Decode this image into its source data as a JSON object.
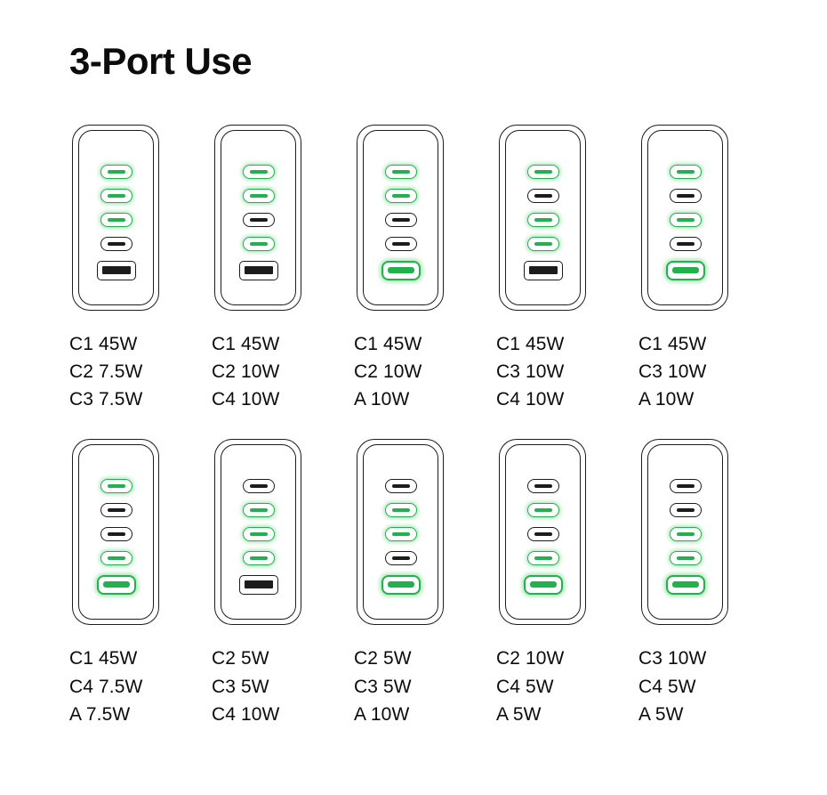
{
  "page": {
    "title": "3-Port Use",
    "background_color": "#ffffff",
    "text_color": "#0c0c0c",
    "active_port_color": "#23b14d",
    "inactive_port_color": "#1c1c1c"
  },
  "legend": {
    "port_order": [
      "C1",
      "C2",
      "C3",
      "C4",
      "A"
    ],
    "port_types": [
      "usb-c",
      "usb-c",
      "usb-c",
      "usb-c",
      "usb-a"
    ]
  },
  "rows": [
    {
      "cards": [
        {
          "id": "combo-1",
          "ports": [
            {
              "name": "C1",
              "type": "usb-c",
              "active": true
            },
            {
              "name": "C2",
              "type": "usb-c",
              "active": true
            },
            {
              "name": "C3",
              "type": "usb-c",
              "active": true
            },
            {
              "name": "C4",
              "type": "usb-c",
              "active": false
            },
            {
              "name": "A",
              "type": "usb-a",
              "active": false
            }
          ],
          "labels": [
            "C1 45W",
            "C2 7.5W",
            "C3 7.5W"
          ]
        },
        {
          "id": "combo-2",
          "ports": [
            {
              "name": "C1",
              "type": "usb-c",
              "active": true
            },
            {
              "name": "C2",
              "type": "usb-c",
              "active": true
            },
            {
              "name": "C3",
              "type": "usb-c",
              "active": false
            },
            {
              "name": "C4",
              "type": "usb-c",
              "active": true
            },
            {
              "name": "A",
              "type": "usb-a",
              "active": false
            }
          ],
          "labels": [
            "C1 45W",
            "C2 10W",
            "C4 10W"
          ]
        },
        {
          "id": "combo-3",
          "ports": [
            {
              "name": "C1",
              "type": "usb-c",
              "active": true
            },
            {
              "name": "C2",
              "type": "usb-c",
              "active": true
            },
            {
              "name": "C3",
              "type": "usb-c",
              "active": false
            },
            {
              "name": "C4",
              "type": "usb-c",
              "active": false
            },
            {
              "name": "A",
              "type": "usb-a",
              "active": true
            }
          ],
          "labels": [
            "C1 45W",
            "C2 10W",
            "A 10W"
          ]
        },
        {
          "id": "combo-4",
          "ports": [
            {
              "name": "C1",
              "type": "usb-c",
              "active": true
            },
            {
              "name": "C2",
              "type": "usb-c",
              "active": false
            },
            {
              "name": "C3",
              "type": "usb-c",
              "active": true
            },
            {
              "name": "C4",
              "type": "usb-c",
              "active": true
            },
            {
              "name": "A",
              "type": "usb-a",
              "active": false
            }
          ],
          "labels": [
            "C1 45W",
            "C3 10W",
            "C4 10W"
          ]
        },
        {
          "id": "combo-5",
          "ports": [
            {
              "name": "C1",
              "type": "usb-c",
              "active": true
            },
            {
              "name": "C2",
              "type": "usb-c",
              "active": false
            },
            {
              "name": "C3",
              "type": "usb-c",
              "active": true
            },
            {
              "name": "C4",
              "type": "usb-c",
              "active": false
            },
            {
              "name": "A",
              "type": "usb-a",
              "active": true
            }
          ],
          "labels": [
            "C1 45W",
            "C3 10W",
            "A 10W"
          ]
        }
      ]
    },
    {
      "cards": [
        {
          "id": "combo-6",
          "ports": [
            {
              "name": "C1",
              "type": "usb-c",
              "active": true
            },
            {
              "name": "C2",
              "type": "usb-c",
              "active": false
            },
            {
              "name": "C3",
              "type": "usb-c",
              "active": false
            },
            {
              "name": "C4",
              "type": "usb-c",
              "active": true
            },
            {
              "name": "A",
              "type": "usb-a",
              "active": true
            }
          ],
          "labels": [
            "C1 45W",
            "C4 7.5W",
            "A 7.5W"
          ]
        },
        {
          "id": "combo-7",
          "ports": [
            {
              "name": "C1",
              "type": "usb-c",
              "active": false
            },
            {
              "name": "C2",
              "type": "usb-c",
              "active": true
            },
            {
              "name": "C3",
              "type": "usb-c",
              "active": true
            },
            {
              "name": "C4",
              "type": "usb-c",
              "active": true
            },
            {
              "name": "A",
              "type": "usb-a",
              "active": false
            }
          ],
          "labels": [
            "C2 5W",
            "C3 5W",
            "C4 10W"
          ]
        },
        {
          "id": "combo-8",
          "ports": [
            {
              "name": "C1",
              "type": "usb-c",
              "active": false
            },
            {
              "name": "C2",
              "type": "usb-c",
              "active": true
            },
            {
              "name": "C3",
              "type": "usb-c",
              "active": true
            },
            {
              "name": "C4",
              "type": "usb-c",
              "active": false
            },
            {
              "name": "A",
              "type": "usb-a",
              "active": true
            }
          ],
          "labels": [
            "C2 5W",
            "C3 5W",
            "A 10W"
          ]
        },
        {
          "id": "combo-9",
          "ports": [
            {
              "name": "C1",
              "type": "usb-c",
              "active": false
            },
            {
              "name": "C2",
              "type": "usb-c",
              "active": true
            },
            {
              "name": "C3",
              "type": "usb-c",
              "active": false
            },
            {
              "name": "C4",
              "type": "usb-c",
              "active": true
            },
            {
              "name": "A",
              "type": "usb-a",
              "active": true
            }
          ],
          "labels": [
            "C2 10W",
            "C4 5W",
            "A 5W"
          ]
        },
        {
          "id": "combo-10",
          "ports": [
            {
              "name": "C1",
              "type": "usb-c",
              "active": false
            },
            {
              "name": "C2",
              "type": "usb-c",
              "active": false
            },
            {
              "name": "C3",
              "type": "usb-c",
              "active": true
            },
            {
              "name": "C4",
              "type": "usb-c",
              "active": true
            },
            {
              "name": "A",
              "type": "usb-a",
              "active": true
            }
          ],
          "labels": [
            "C3 10W",
            "C4 5W",
            "A 5W"
          ]
        }
      ]
    }
  ]
}
